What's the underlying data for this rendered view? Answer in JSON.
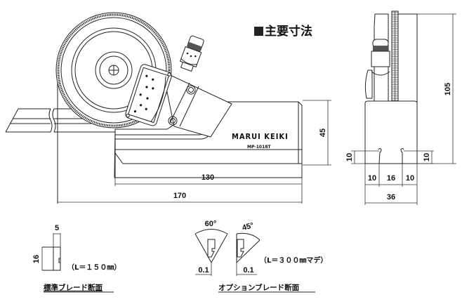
{
  "title": "主要寸法",
  "front_view": {
    "brand": "MARUI KEIKI",
    "model": "MP-1018T",
    "dims": {
      "height": "45",
      "blade_length": "130",
      "overall_length": "170"
    }
  },
  "side_view": {
    "dims": {
      "height": "105",
      "width": "36",
      "left_foot": "10",
      "slot": "16",
      "right_foot": "10",
      "left_height": "10",
      "right_height": "10"
    }
  },
  "standard_blade": {
    "label": "標準ブレード断面",
    "width_dim": "5",
    "height_dim": "16",
    "length_note": "（L＝１５０㎜）"
  },
  "optional_blade": {
    "label": "オプションブレード断面",
    "angle_a": "60°",
    "angle_b": "45°",
    "tip_a": "0.1",
    "tip_b": "0.1",
    "length_note": "（L＝３００㎜マデ）"
  }
}
